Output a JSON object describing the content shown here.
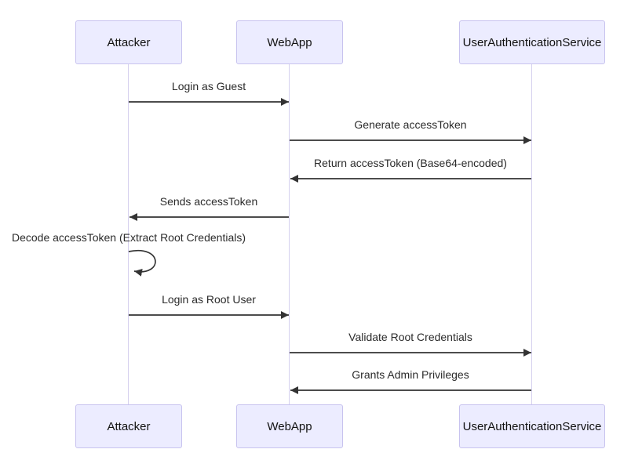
{
  "diagram": {
    "type": "sequence-diagram",
    "background": "#ffffff",
    "colors": {
      "actor_fill": "#ECECFF",
      "actor_border": "#c8c3ef",
      "lifeline": "#d5d0ee",
      "arrow": "#333333",
      "message_text": "#2b2b2b",
      "actor_text": "#111111"
    },
    "actors": [
      {
        "name": "Attacker"
      },
      {
        "name": "WebApp"
      },
      {
        "name": "UserAuthenticationService"
      }
    ],
    "messages": [
      {
        "from": "Attacker",
        "to": "WebApp",
        "label": "Login as Guest",
        "direction": "right",
        "line": "solid"
      },
      {
        "from": "WebApp",
        "to": "UserAuthenticationService",
        "label": "Generate accessToken",
        "direction": "right",
        "line": "solid"
      },
      {
        "from": "UserAuthenticationService",
        "to": "WebApp",
        "label": "Return accessToken (Base64-encoded)",
        "direction": "left",
        "line": "solid"
      },
      {
        "from": "WebApp",
        "to": "Attacker",
        "label": "Sends accessToken",
        "direction": "left",
        "line": "solid"
      },
      {
        "from": "Attacker",
        "to": "Attacker",
        "label": "Decode accessToken (Extract Root Credentials)",
        "direction": "self",
        "line": "solid"
      },
      {
        "from": "Attacker",
        "to": "WebApp",
        "label": "Login as Root User",
        "direction": "right",
        "line": "solid"
      },
      {
        "from": "WebApp",
        "to": "UserAuthenticationService",
        "label": "Validate Root Credentials",
        "direction": "right",
        "line": "solid"
      },
      {
        "from": "UserAuthenticationService",
        "to": "WebApp",
        "label": "Grants Admin Privileges",
        "direction": "left",
        "line": "solid"
      }
    ]
  }
}
